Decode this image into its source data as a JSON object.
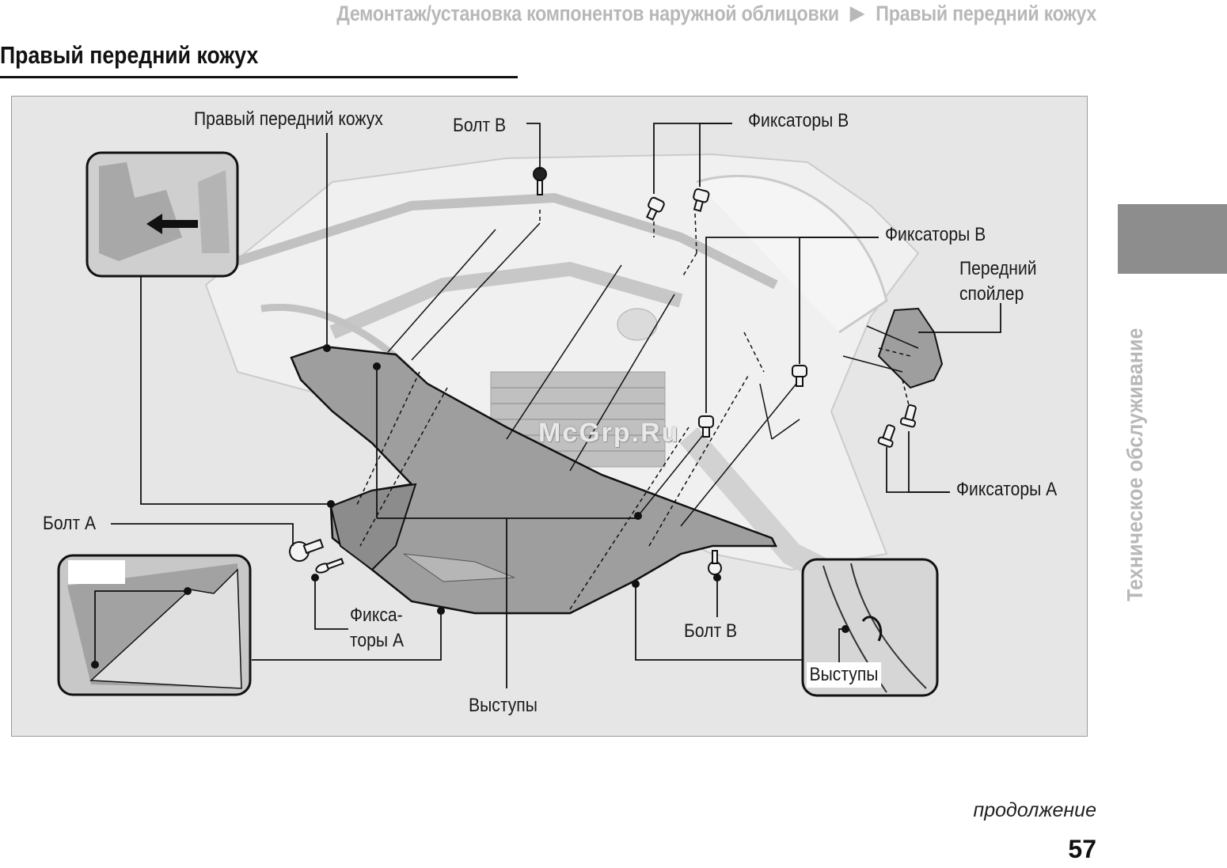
{
  "header": {
    "breadcrumb_section": "Демонтаж/установка компонентов наружной облицовки",
    "breadcrumb_page": "Правый передний кожух"
  },
  "page_title": "Правый передний кожух",
  "figure": {
    "labels": {
      "right_front_cowl": "Правый передний кожух",
      "bolt_b_top": "Болт B",
      "clips_b_top": "Фиксаторы B",
      "clips_b_mid": "Фиксаторы B",
      "front_spoiler": "Передний спойлер",
      "clips_a_right": "Фиксаторы A",
      "bolt_a": "Болт A",
      "clips_a_left": "Фикса-торы A",
      "bolt_b_bottom": "Болт B",
      "tabs_bottom": "Выступы",
      "tabs_inset": "Выступы"
    },
    "watermark": "McGrp.Ru"
  },
  "side_tab_text": "Техническое обслуживание",
  "continue_note": "продолжение",
  "page_number": "57",
  "colors": {
    "breadcrumb": "#b8b8b8",
    "side_tab": "#8d8d8d",
    "figure_bg": "#e6e6e6",
    "cowl_fill": "#9e9e9e"
  }
}
